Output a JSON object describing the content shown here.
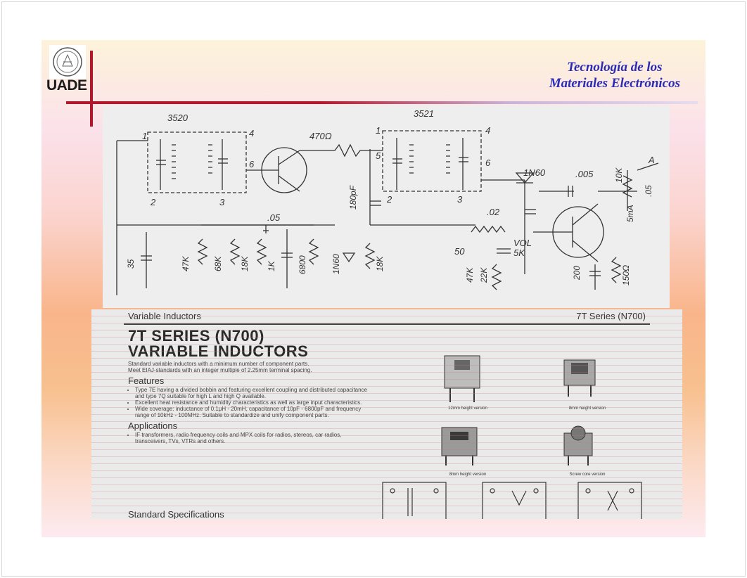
{
  "header": {
    "logo_text": "UADE",
    "title_line1": "Tecnología de los",
    "title_line2": "Materiales Electrónicos"
  },
  "schematic": {
    "labels": [
      "3520",
      "3521",
      "470Ω",
      "1",
      "2",
      "3",
      "4",
      "5",
      "6",
      "A",
      ".05",
      ".005",
      ".02",
      "180pF",
      "47K",
      "68K",
      "18K",
      "1K",
      "6800",
      "35",
      "1N60",
      "50",
      "VOL",
      "5K",
      "22K",
      "10K",
      "200",
      "150Ω",
      "5mA",
      ".05"
    ]
  },
  "datasheet": {
    "header_left": "Variable Inductors",
    "header_right": "7T Series (N700)",
    "title_line1": "7T SERIES (N700)",
    "title_line2": "VARIABLE INDUCTORS",
    "intro_1": "Standard variable inductors with a minimum number of component parts.",
    "intro_2": "Meet EIAJ-standards with an integer multiple of 2.25mm terminal spacing.",
    "features_heading": "Features",
    "features": [
      "Type 7E having a divided bobbin and featuring excellent coupling and distributed capacitance and type 7Q suitable for high L and high Q available.",
      "Excellent heat resistance and humidity characteristics as well as large input characteristics.",
      "Wide coverage: inductance of 0.1μH - 20mH, capacitance of 10pF - 6800pF and frequency range of 10kHz - 100MHz. Suitable to standardize and unify component parts."
    ],
    "applications_heading": "Applications",
    "applications": [
      "IF transformers, radio frequency coils and MPX coils for radios, stereos, car radios, transceivers, TVs, VTRs and others."
    ],
    "standard_heading": "Standard Specifications",
    "captions": [
      "12mm height version",
      "8mm height version",
      "8mm height version",
      "Screw core version"
    ]
  },
  "colors": {
    "accent_red": "#b2182b",
    "title_blue": "#2b2bb5"
  }
}
